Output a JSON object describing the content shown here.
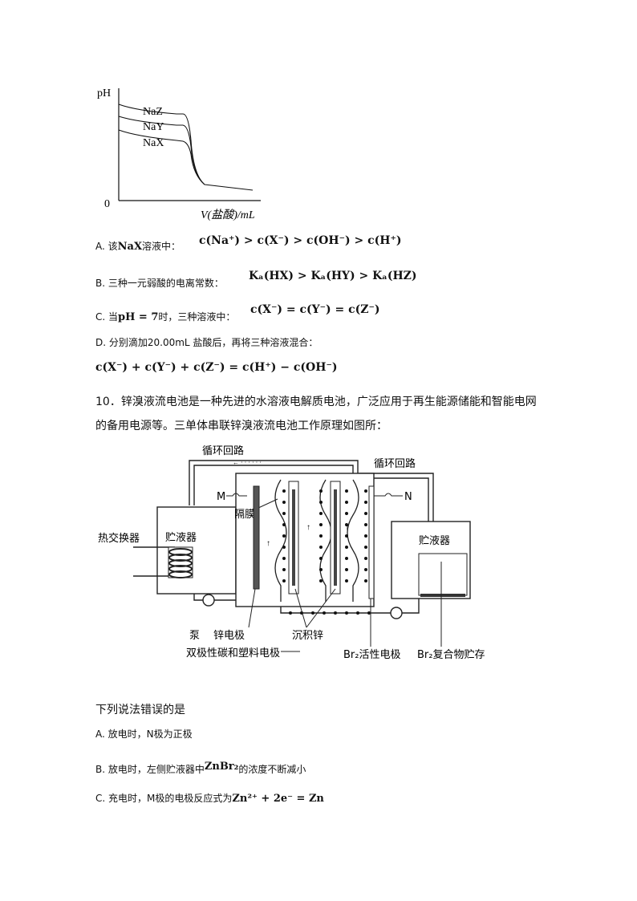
{
  "graph": {
    "y_axis_label": "pH",
    "origin_label": "0",
    "x_axis_label": "V(盐酸)/mL",
    "curves": [
      "NaZ",
      "NaY",
      "NaX"
    ]
  },
  "options_q9": [
    {
      "prefix": "A. 该",
      "formula1": "NaX",
      "mid": "溶液中：",
      "formula2": "c(Na⁺) > c(X⁻) > c(OH⁻) > c(H⁺)"
    },
    {
      "prefix": "B. 三种一元弱酸的电离常数：",
      "formula": "Kₐ(HX) > Kₐ(HY) > Kₐ(HZ)"
    },
    {
      "prefix": "C. 当",
      "formula1": "pH = 7",
      "mid": "时，三种溶液中：",
      "formula2": "c(X⁻) = c(Y⁻) = c(Z⁻)"
    },
    {
      "prefix": "D. 分别滴加20.00mL 盐酸后，再将三种溶液混合：",
      "formula_line": "c(X⁻) + c(Y⁻) + c(Z⁻) = c(H⁺) − c(OH⁻)"
    }
  ],
  "question10": {
    "line1": "10．锌溴液流电池是一种先进的水溶液电解质电池，广泛应用于再生能源储能和智能电网",
    "line2": "的备用电源等。三单体串联锌溴液流电池工作原理如图所："
  },
  "diagram": {
    "labels": {
      "loop_left": "循环回路",
      "loop_right": "循环回路",
      "M": "M",
      "N": "N",
      "membrane": "隔膜",
      "heat_exchanger": "热交换器",
      "reservoir_left": "贮液器",
      "reservoir_right": "贮液器",
      "pump": "泵",
      "zinc_electrode": "锌电极",
      "deposited_zinc": "沉积锌",
      "bipolar_electrode": "双极性碳和塑料电极",
      "br2_electrode": "Br₂活性电极",
      "br2_storage": "Br₂复合物贮存"
    }
  },
  "stem": "下列说法错误的是",
  "options_q10": [
    {
      "text": "A. 放电时，N极为正极"
    },
    {
      "prefix": "B. 放电时，左侧贮液器中",
      "formula": "ZnBr₂",
      "suffix": "的浓度不断减小"
    },
    {
      "prefix": "C. 充电时，M极的电极反应式为",
      "formula": "Zn²⁺ + 2e⁻ = Zn"
    }
  ]
}
